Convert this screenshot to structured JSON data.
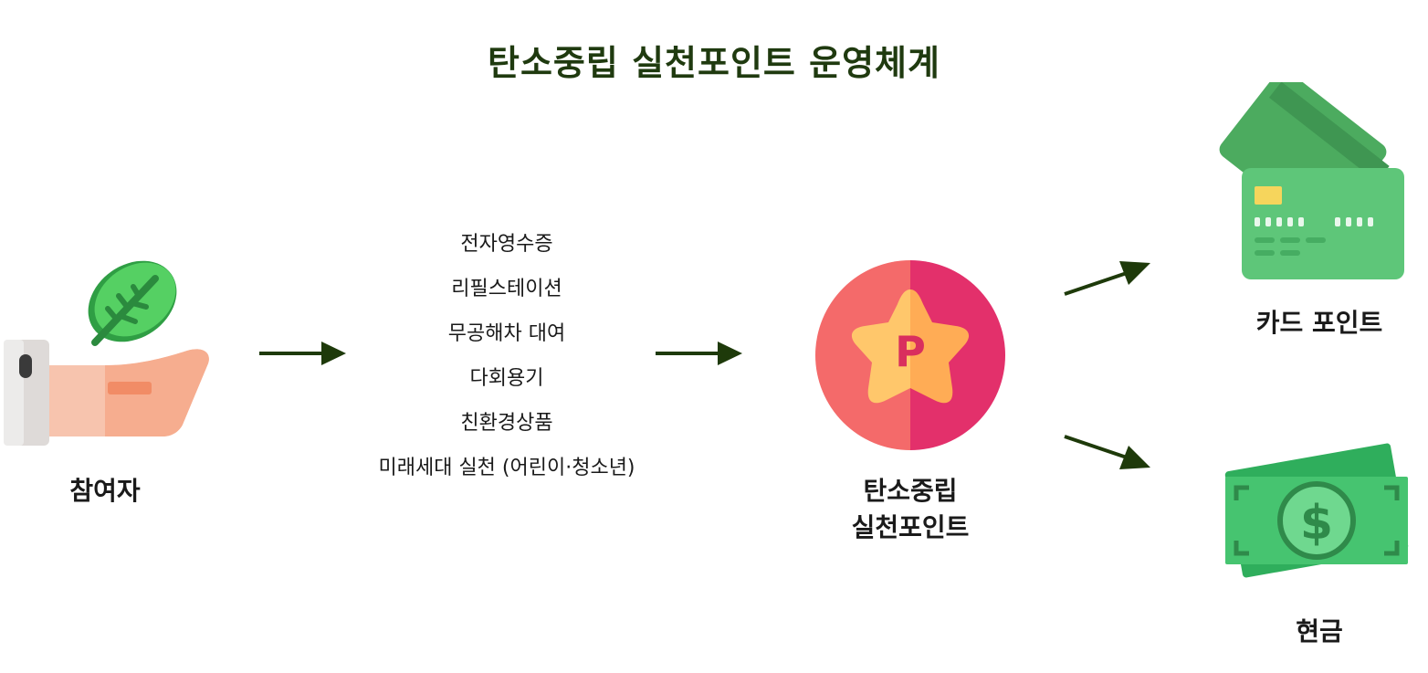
{
  "title": "탄소중립 실천포인트 운영체계",
  "participant": {
    "label": "참여자",
    "icon": "hand-holding-leaf-icon"
  },
  "methods": [
    "전자영수증",
    "리필스테이션",
    "무공해차 대여",
    "다회용기",
    "친환경상품",
    "미래세대 실천 (어린이·청소년)"
  ],
  "point": {
    "label_line1": "탄소중립",
    "label_line2": "실천포인트",
    "badge_letter": "P",
    "icon": "star-point-badge-icon"
  },
  "rewards": [
    {
      "label": "카드 포인트",
      "icon": "credit-card-icon"
    },
    {
      "label": "현금",
      "icon": "cash-icon"
    }
  ],
  "colors": {
    "title": "#1f3a0f",
    "arrow": "#1e3a0a",
    "leaf": "#4cc95a",
    "hand": "#f7b49a",
    "badge_left": "#f46a6a",
    "badge_right": "#e3306b",
    "star": "#ffc46b",
    "card_back": "#4caa5e",
    "card_front": "#5ec478",
    "cash_back": "#2fae5c",
    "cash_front": "#46c470"
  }
}
